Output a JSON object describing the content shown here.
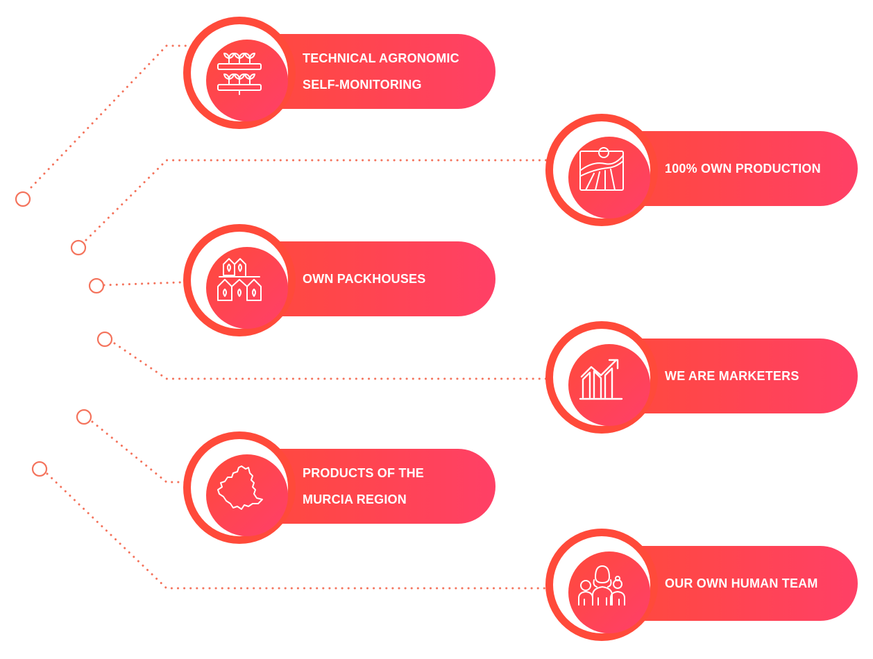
{
  "colors": {
    "accent": "#ff4a3a",
    "accent_end": "#ff4066",
    "connector": "#f4735c",
    "background": "#ffffff",
    "text": "#ffffff"
  },
  "items": [
    {
      "icon": "seedling-trays-icon",
      "label_lines": [
        "TECHNICAL AGRONOMIC",
        "SELF-MONITORING"
      ]
    },
    {
      "icon": "field-sun-icon",
      "label_lines": [
        "100% OWN PRODUCTION"
      ]
    },
    {
      "icon": "greenhouses-icon",
      "label_lines": [
        "OWN PACKHOUSES"
      ]
    },
    {
      "icon": "growth-chart-icon",
      "label_lines": [
        "WE ARE MARKETERS"
      ]
    },
    {
      "icon": "murcia-region-map-icon",
      "label_lines": [
        "PRODUCTS OF THE",
        "MURCIA REGION"
      ]
    },
    {
      "icon": "people-team-icon",
      "label_lines": [
        "OUR OWN HUMAN TEAM"
      ]
    }
  ]
}
